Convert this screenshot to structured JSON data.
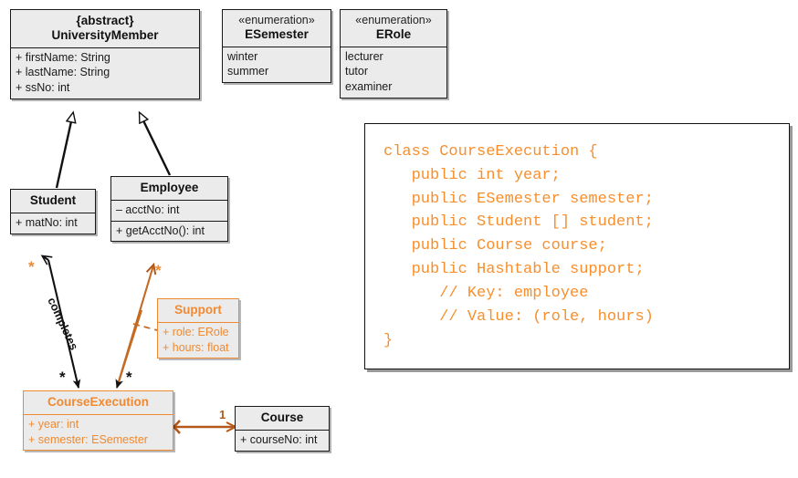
{
  "diagram": {
    "title": "UML class diagram: University course execution",
    "colors": {
      "orange": "#ef8a32",
      "code_orange": "#f78f2e",
      "dark_orange": "#b4591a",
      "box_fill": "#ebebeb",
      "line_black": "#111111"
    }
  },
  "classes": {
    "university_member": {
      "abstract_tag": "{abstract}",
      "name": "UniversityMember",
      "attributes": [
        "+ firstName: String",
        "+ lastName: String",
        "+ ssNo: int"
      ]
    },
    "student": {
      "name": "Student",
      "attributes": [
        "+ matNo: int"
      ]
    },
    "employee": {
      "name": "Employee",
      "attributes": [
        "– acctNo: int"
      ],
      "operations": [
        "+ getAcctNo(): int"
      ]
    },
    "course_execution": {
      "name": "CourseExecution",
      "attributes": [
        "+ year: int",
        "+ semester: ESemester"
      ]
    },
    "course": {
      "name": "Course",
      "attributes": [
        "+ courseNo: int"
      ]
    },
    "support": {
      "name": "Support",
      "attributes": [
        "+ role: ERole",
        "+ hours: float"
      ]
    }
  },
  "enumerations": {
    "esemester": {
      "stereotype": "«enumeration»",
      "name": "ESemester",
      "literals": [
        "winter",
        "summer"
      ]
    },
    "erole": {
      "stereotype": "«enumeration»",
      "name": "ERole",
      "literals": [
        "lecturer",
        "tutor",
        "examiner"
      ]
    }
  },
  "associations": {
    "completes_label": "completes",
    "star_student_end": "*",
    "star_completes_target": "*",
    "star_employee_end": "*",
    "star_support_target": "*",
    "course_multiplicity": "1"
  },
  "code": {
    "language": "java",
    "lines": [
      "class CourseExecution {",
      "   public int year;",
      "   public ESemester semester;",
      "   public Student [] student;",
      "   public Course course;",
      "   public Hashtable support;",
      "      // Key: employee",
      "      // Value: (role, hours)",
      "}"
    ],
    "text": "class CourseExecution {\n   public int year;\n   public ESemester semester;\n   public Student [] student;\n   public Course course;\n   public Hashtable support;\n      // Key: employee\n      // Value: (role, hours)\n}"
  }
}
